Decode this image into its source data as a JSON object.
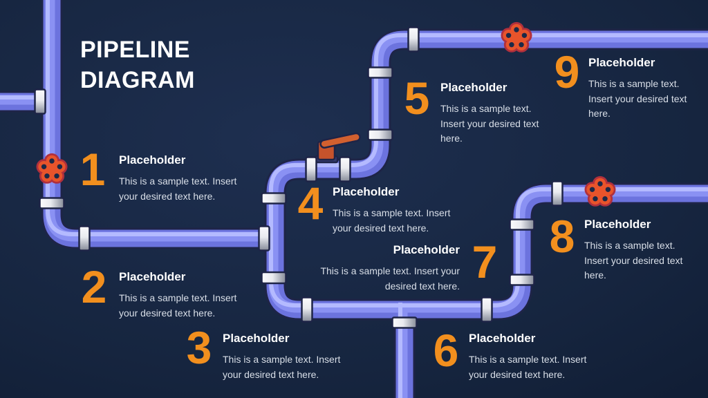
{
  "title": {
    "line1": "PIPELINE",
    "line2": "DIAGRAM"
  },
  "items": [
    {
      "number": "1",
      "heading": "Placeholder",
      "body": "This is a sample text. Insert your desired text here."
    },
    {
      "number": "2",
      "heading": "Placeholder",
      "body": "This is a sample text. Insert your desired text here."
    },
    {
      "number": "3",
      "heading": "Placeholder",
      "body": "This is a sample text. Insert your desired text here."
    },
    {
      "number": "4",
      "heading": "Placeholder",
      "body": "This is a sample text. Insert your desired text here."
    },
    {
      "number": "5",
      "heading": "Placeholder",
      "body": "This is a sample text. Insert your desired text here."
    },
    {
      "number": "6",
      "heading": "Placeholder",
      "body": "This is a sample text. Insert your desired text here."
    },
    {
      "number": "7",
      "heading": "Placeholder",
      "body": "This is a sample text. Insert your desired text here."
    },
    {
      "number": "8",
      "heading": "Placeholder",
      "body": "This is a sample text. Insert your desired text here."
    },
    {
      "number": "9",
      "heading": "Placeholder",
      "body": "This is a sample text. Insert your desired text here."
    }
  ],
  "icons": {
    "valve_wheel": "five-lobed red handwheel valve",
    "valve_lever": "orange lever ball-valve handle",
    "pipe_joint": "silver pipe coupling collar"
  },
  "colors": {
    "background_light": "#1e2f50",
    "background_dark": "#0a1426",
    "pipe_base": "#6c73de",
    "pipe_mid": "#8a91f3",
    "pipe_highlight": "#b4baff",
    "pipe_outline": "#1e2447",
    "accent_orange": "#f28f1e",
    "valve_red": "#e8542b",
    "valve_red_outline": "#b0303d",
    "lever_orange": "#d2602f",
    "collar_light": "#fbfbfd",
    "collar_dark": "#878c98",
    "heading_text": "#ffffff",
    "body_text": "#d9dfe8"
  }
}
